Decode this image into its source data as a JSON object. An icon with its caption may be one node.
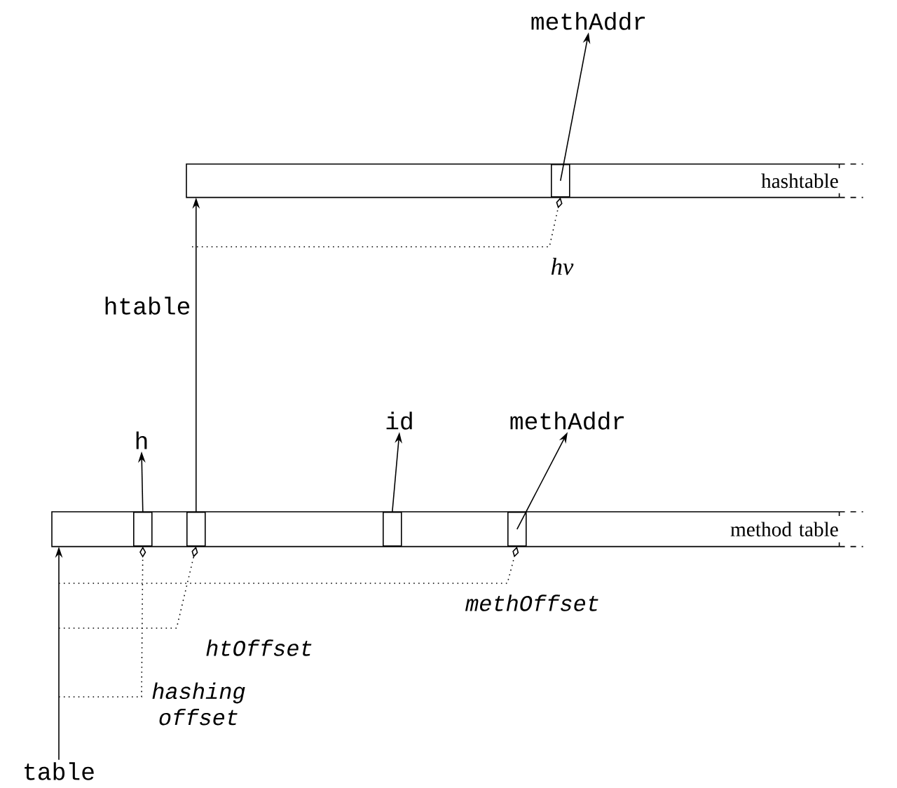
{
  "diagram": {
    "nodes": [
      {
        "text": [
          "hashtable"
        ]
      },
      {
        "text": [],
        "shape": "box",
        "in": 0
      },
      {
        "text": [
          "methAddr"
        ]
      },
      {
        "text": [
          "method table"
        ]
      },
      {
        "text": [],
        "shape": "box",
        "in": 3
      },
      {
        "text": [],
        "shape": "box",
        "in": 3
      },
      {
        "text": [],
        "shape": "box",
        "in": 3
      },
      {
        "text": [],
        "shape": "box",
        "in": 3
      },
      {
        "text": [
          "h"
        ]
      },
      {
        "text": [
          "id"
        ]
      },
      {
        "text": [
          "methAddr"
        ]
      },
      {
        "text": [
          "table"
        ]
      }
    ],
    "edges": [
      {
        "from": 1,
        "to": 2,
        "arrow": "to"
      },
      {
        "from": 5,
        "to": 0,
        "arrow": "to",
        "label": "htable"
      },
      {
        "from": 4,
        "to": 8,
        "arrow": "to"
      },
      {
        "from": 6,
        "to": 9,
        "arrow": "to"
      },
      {
        "from": 7,
        "to": 10,
        "arrow": "to"
      },
      {
        "from": 11,
        "to": 3,
        "arrow": "to"
      },
      {
        "from": null,
        "to": 1,
        "arrow": "other",
        "style": "dashed",
        "label": "hv"
      },
      {
        "from": null,
        "to": 7,
        "arrow": "other",
        "style": "dashed",
        "label": "methOffset"
      },
      {
        "from": null,
        "to": 5,
        "arrow": "other",
        "style": "dashed",
        "label": "htOffset"
      },
      {
        "from": null,
        "to": 4,
        "arrow": "other",
        "style": "dashed",
        "label": "hashing offset"
      }
    ]
  }
}
